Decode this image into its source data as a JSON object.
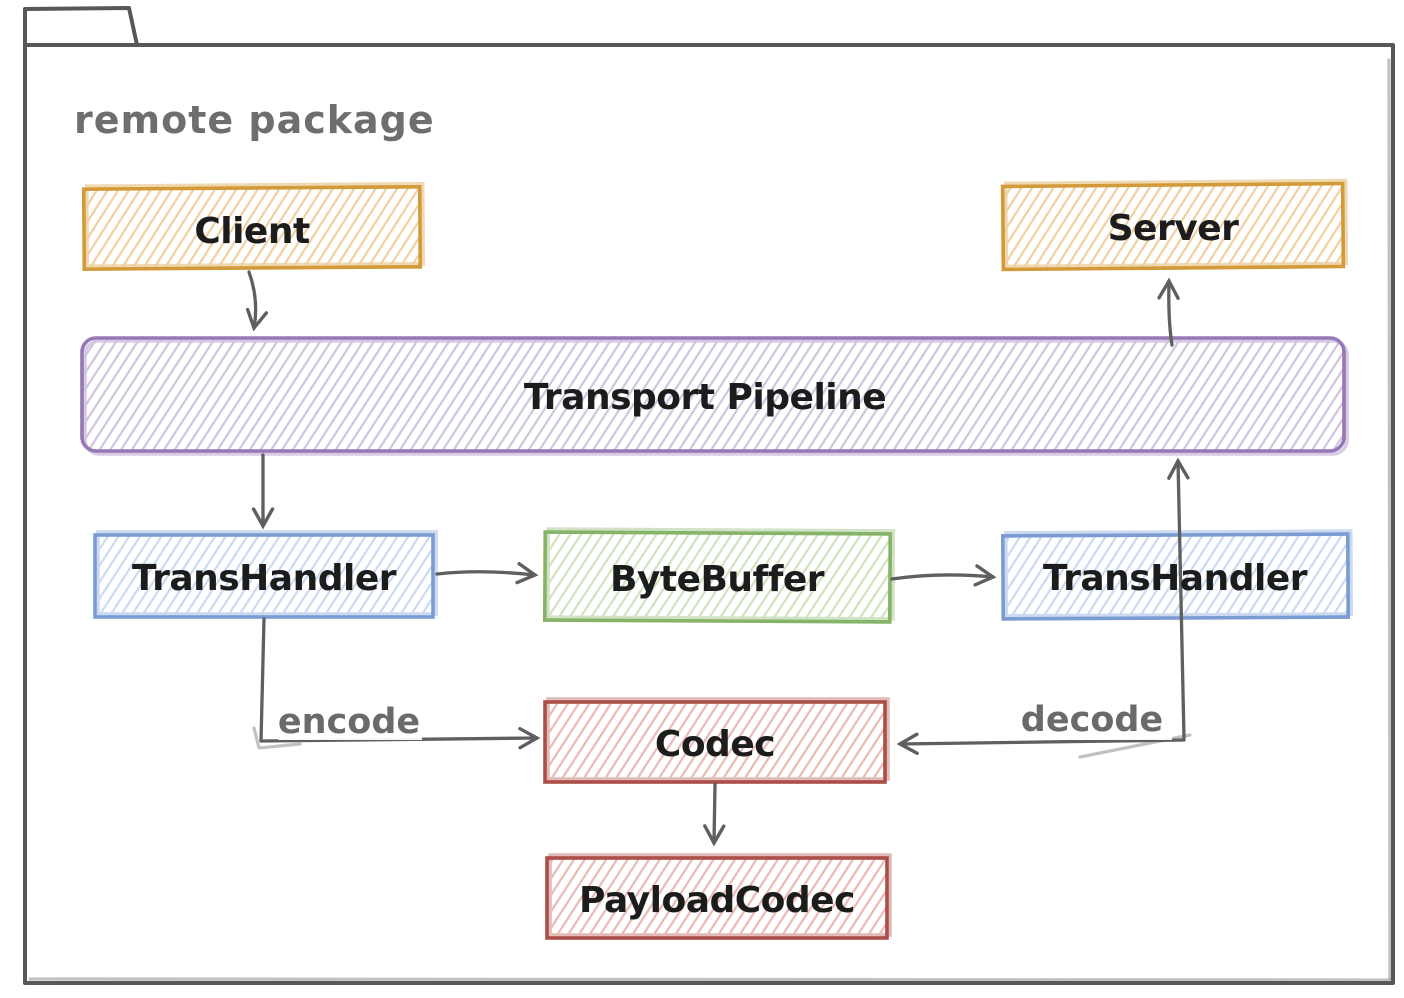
{
  "diagram": {
    "type": "uml-package-diagram",
    "package_label": "remote package",
    "nodes": [
      {
        "id": "client",
        "label": "Client",
        "color_name": "orange"
      },
      {
        "id": "server",
        "label": "Server",
        "color_name": "orange"
      },
      {
        "id": "transport-pipeline",
        "label": "Transport Pipeline",
        "color_name": "purple"
      },
      {
        "id": "transhandler-left",
        "label": "TransHandler",
        "color_name": "blue"
      },
      {
        "id": "bytebuffer",
        "label": "ByteBuffer",
        "color_name": "green"
      },
      {
        "id": "transhandler-right",
        "label": "TransHandler",
        "color_name": "blue"
      },
      {
        "id": "codec",
        "label": "Codec",
        "color_name": "red"
      },
      {
        "id": "payloadcodec",
        "label": "PayloadCodec",
        "color_name": "red"
      }
    ],
    "edges": [
      {
        "from": "Client",
        "to": "Transport Pipeline",
        "label": ""
      },
      {
        "from": "Transport Pipeline",
        "to": "TransHandler (left)",
        "label": ""
      },
      {
        "from": "TransHandler (left)",
        "to": "ByteBuffer",
        "label": ""
      },
      {
        "from": "ByteBuffer",
        "to": "TransHandler (right)",
        "label": ""
      },
      {
        "from": "TransHandler (right)",
        "to": "Transport Pipeline",
        "label": ""
      },
      {
        "from": "Transport Pipeline",
        "to": "Server",
        "label": ""
      },
      {
        "from": "TransHandler (left)",
        "to": "Codec",
        "label": "encode"
      },
      {
        "from": "TransHandler (right)",
        "to": "Codec",
        "label": "decode"
      },
      {
        "from": "Codec",
        "to": "PayloadCodec",
        "label": ""
      }
    ],
    "palette": {
      "orange_stroke": "#d29a38",
      "orange_hatch": "#f0d0a0",
      "purple_stroke": "#9678b6",
      "purple_hatch": "#cfc4e0",
      "blue_stroke": "#7a9cd3",
      "blue_hatch": "#c9daf2",
      "green_stroke": "#85b368",
      "green_hatch": "#cfe3bc",
      "red_stroke": "#ab4e47",
      "red_hatch": "#e9bab3",
      "frame_stroke": "#58585a",
      "arrow_stroke": "#5f5f60",
      "muted_text": "#6a6a6a",
      "node_text": "#1c1c1c",
      "background_hatch": "#e9e9ee"
    }
  }
}
